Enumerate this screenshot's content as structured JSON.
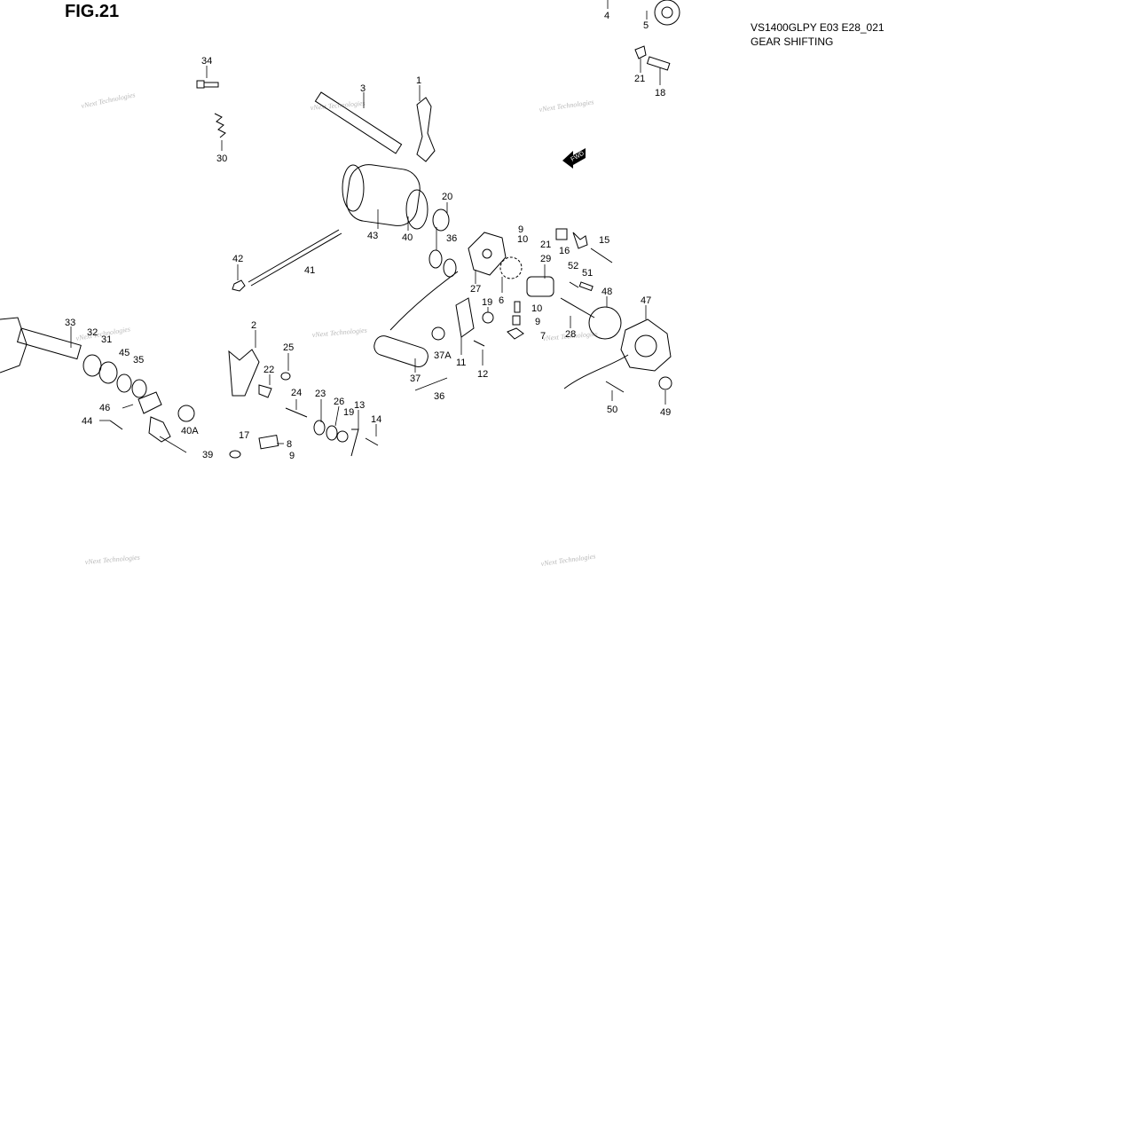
{
  "figure": {
    "label": "FIG.21"
  },
  "header": {
    "model_code": "VS1400GLPY E03 E28_021",
    "section": "GEAR SHIFTING"
  },
  "direction_marker": {
    "text": "FWD"
  },
  "watermark": {
    "text": "vNext Technologies"
  },
  "callouts": [
    "34",
    "30",
    "3",
    "1",
    "4",
    "5",
    "21",
    "18",
    "20",
    "43",
    "40",
    "36",
    "42",
    "41",
    "9",
    "10",
    "21",
    "16",
    "15",
    "27",
    "6",
    "29",
    "52",
    "51",
    "48",
    "47",
    "19",
    "10",
    "9",
    "7",
    "28",
    "33",
    "32",
    "31",
    "45",
    "35",
    "46",
    "44",
    "40A",
    "2",
    "25",
    "22",
    "24",
    "23",
    "26",
    "19",
    "13",
    "14",
    "17",
    "8",
    "39",
    "9",
    "37A",
    "37",
    "11",
    "12",
    "36",
    "50",
    "49"
  ]
}
